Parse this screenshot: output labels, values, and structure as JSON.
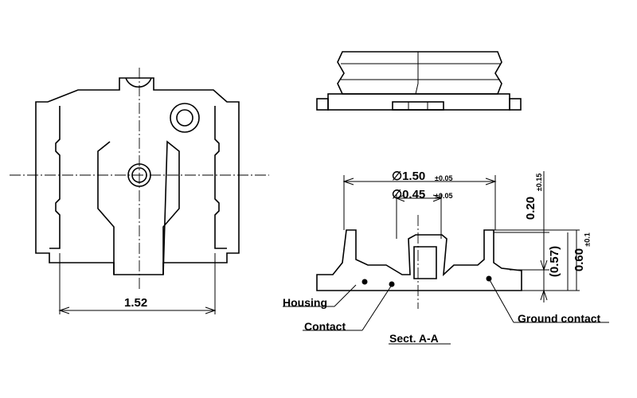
{
  "plan_view": {
    "width_dim": "1.52"
  },
  "section": {
    "title": "Sect. A-A",
    "outer_diameter": {
      "value": "∅1.50",
      "tol": "±0.05"
    },
    "inner_diameter": {
      "value": "∅0.45",
      "tol": "±0.05"
    },
    "gap": {
      "value": "0.20",
      "tol": "±0.15"
    },
    "ref_height": "(0.57)",
    "height": {
      "value": "0.60",
      "tol": "±0.1"
    },
    "labels": {
      "housing": "Housing",
      "contact": "Contact",
      "ground": "Ground contact"
    }
  }
}
